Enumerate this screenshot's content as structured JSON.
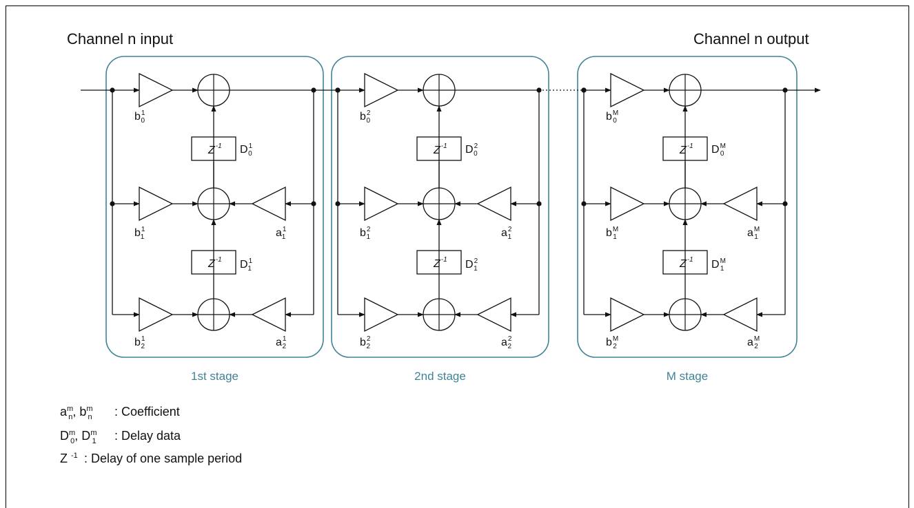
{
  "title_input": "Channel n input",
  "title_output": "Channel n output",
  "stage_labels": [
    "1st stage",
    "2nd stage",
    "M stage"
  ],
  "stage_superscripts": [
    "1",
    "2",
    "M"
  ],
  "delay_symbol": {
    "base": "Z",
    "exp": "-1"
  },
  "legend": {
    "line1": {
      "symbol": "a",
      "text": ": Coefficient"
    },
    "line2": {
      "symbol": "D",
      "text": ": Delay data"
    },
    "line3": {
      "symbol": "Z -1",
      "text": ": Delay of one sample period"
    }
  },
  "colors": {
    "stage_border": "#3f8396",
    "stage_label": "#3f8396",
    "lines": "#111111"
  }
}
